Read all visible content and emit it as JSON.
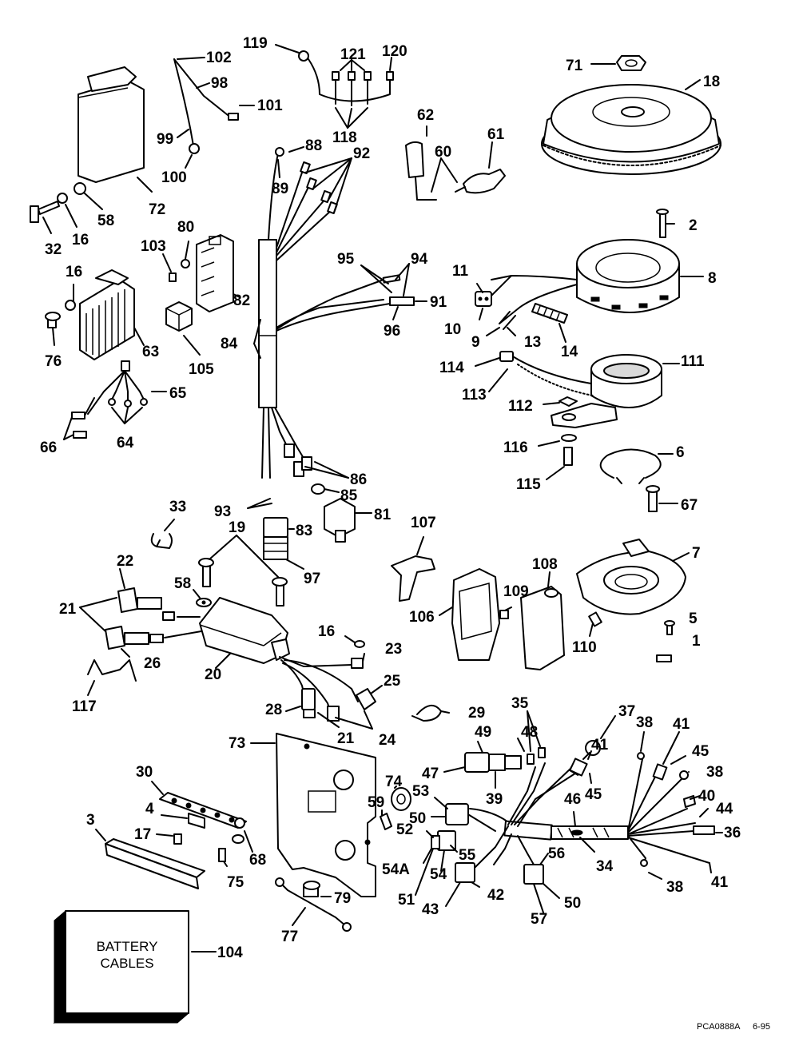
{
  "callouts": {
    "c1": "1",
    "c2": "2",
    "c3": "3",
    "c4": "4",
    "c5": "5",
    "c6": "6",
    "c7": "7",
    "c8": "8",
    "c9": "9",
    "c10": "10",
    "c11": "11",
    "c13": "13",
    "c14": "14",
    "c16a": "16",
    "c16b": "16",
    "c17": "17",
    "c18": "18",
    "c19": "19",
    "c20": "20",
    "c21a": "21",
    "c21b": "21",
    "c22": "22",
    "c23": "23",
    "c24": "24",
    "c25": "25",
    "c26": "26",
    "c28": "28",
    "c29": "29",
    "c30": "30",
    "c32": "32",
    "c33": "33",
    "c34": "34",
    "c35": "35",
    "c36": "36",
    "c37": "37",
    "c38a": "38",
    "c38b": "38",
    "c38c": "38",
    "c39": "39",
    "c40": "40",
    "c41a": "41",
    "c41b": "41",
    "c41c": "41",
    "c42": "42",
    "c43": "43",
    "c44": "44",
    "c45a": "45",
    "c45b": "45",
    "c46": "46",
    "c47": "47",
    "c48": "48",
    "c49": "49",
    "c50a": "50",
    "c50b": "50",
    "c51": "51",
    "c52": "52",
    "c53": "53",
    "c54": "54",
    "c54a": "54A",
    "c55": "55",
    "c56": "56",
    "c57": "57",
    "c58a": "58",
    "c58b": "58",
    "c59": "59",
    "c60": "60",
    "c61": "61",
    "c62": "62",
    "c63": "63",
    "c64": "64",
    "c65": "65",
    "c66": "66",
    "c67": "67",
    "c68": "68",
    "c71": "71",
    "c72": "72",
    "c73": "73",
    "c74": "74",
    "c75": "75",
    "c76": "76",
    "c77": "77",
    "c79": "79",
    "c80": "80",
    "c81": "81",
    "c82": "82",
    "c83": "83",
    "c84": "84",
    "c85": "85",
    "c86": "86",
    "c88": "88",
    "c89": "89",
    "c91": "91",
    "c92": "92",
    "c93": "93",
    "c94": "94",
    "c95": "95",
    "c96": "96",
    "c97": "97",
    "c98": "98",
    "c99": "99",
    "c100": "100",
    "c101": "101",
    "c102": "102",
    "c103": "103",
    "c104": "104",
    "c105": "105",
    "c106": "106",
    "c107": "107",
    "c108": "108",
    "c109": "109",
    "c110": "110",
    "c111": "111",
    "c112": "112",
    "c113": "113",
    "c114": "114",
    "c115": "115",
    "c116": "116",
    "c117": "117",
    "c118": "118",
    "c119": "119",
    "c120": "120",
    "c121": "121"
  },
  "battery_box": {
    "line1": "BATTERY",
    "line2": "CABLES"
  },
  "drawing_code": "PCA0888A",
  "drawing_date": "6-95"
}
